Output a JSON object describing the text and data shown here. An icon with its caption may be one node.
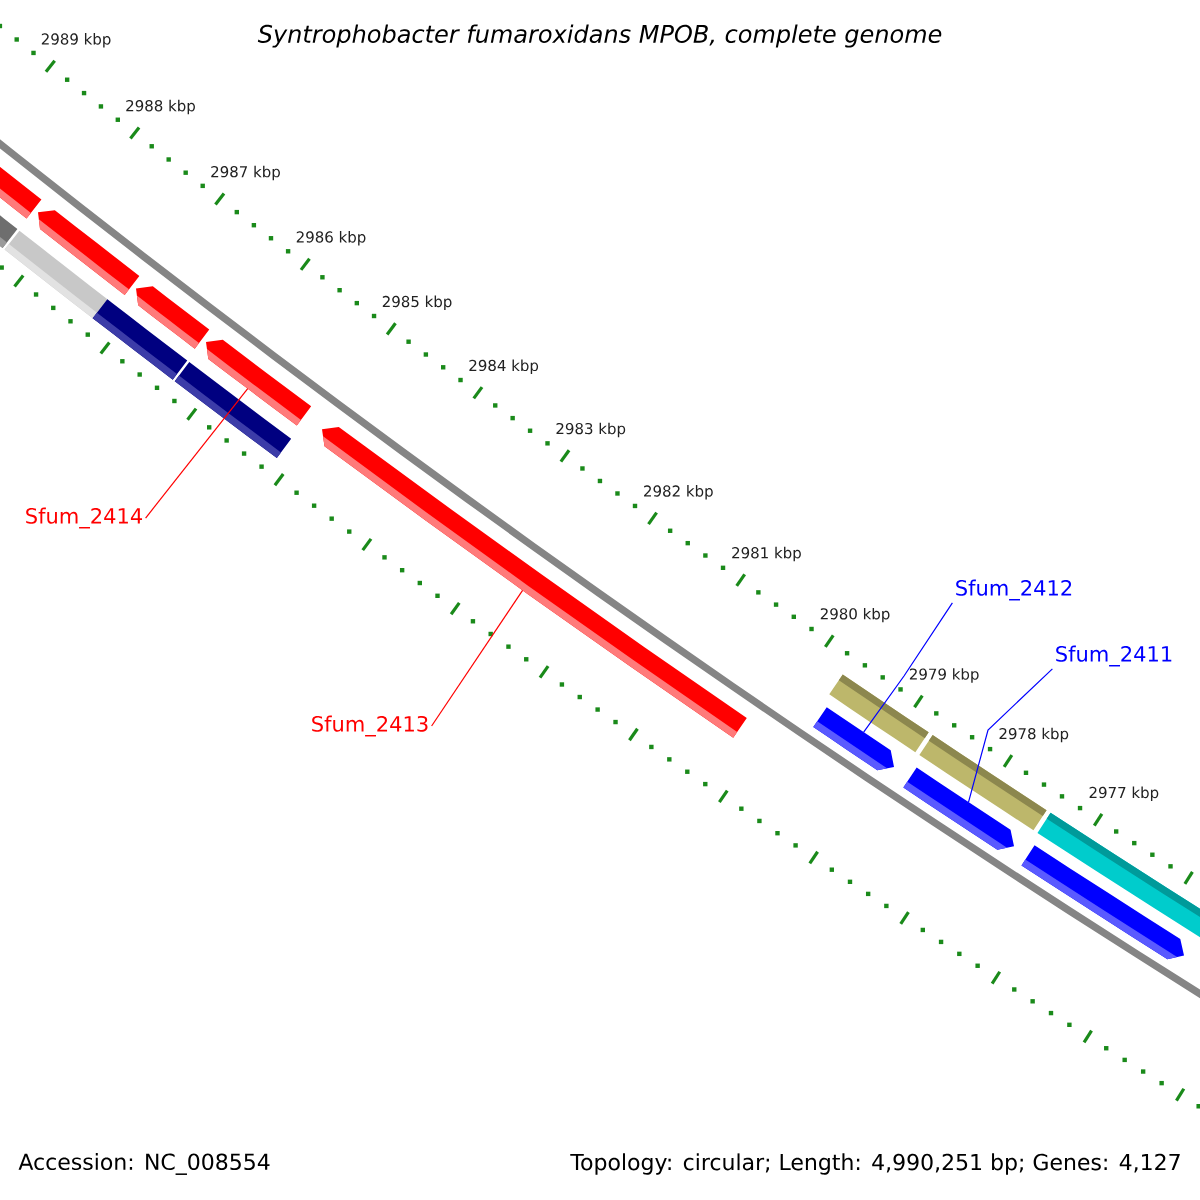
{
  "diagram": {
    "title": "Syntrophobacter fumaroxidans MPOB, complete genome",
    "nodes": [
      {
        "text": [
          "Sfum_2414"
        ]
      },
      {
        "text": [
          "Sfum_2413"
        ]
      },
      {
        "text": [
          "Sfum_2412"
        ]
      },
      {
        "text": [
          "Sfum_2411"
        ]
      },
      {
        "text": [],
        "shape": "bar"
      },
      {
        "text": [],
        "shape": "arrow"
      },
      {
        "text": [],
        "shape": "bar"
      },
      {
        "text": [],
        "shape": "arrow"
      },
      {
        "text": [],
        "shape": "bar"
      },
      {
        "text": [],
        "shape": "arrow"
      },
      {
        "text": [],
        "shape": "bar"
      },
      {
        "text": [],
        "shape": "arrow"
      },
      {
        "text": [],
        "shape": "arrow"
      },
      {
        "text": [],
        "shape": "arrow"
      },
      {
        "text": [],
        "shape": "bar"
      },
      {
        "text": [],
        "shape": "arrow"
      },
      {
        "text": [],
        "shape": "bar"
      },
      {
        "text": [],
        "shape": "arrow"
      },
      {
        "text": [],
        "shape": "bar"
      }
    ],
    "edges": [
      {
        "from": 0,
        "to": 11,
        "arrow": "none",
        "color": "#ff0000"
      },
      {
        "from": 1,
        "to": 12,
        "arrow": "none",
        "color": "#ff0000"
      },
      {
        "from": 2,
        "to": 13,
        "arrow": "none",
        "color": "#0000ff"
      },
      {
        "from": 3,
        "to": 15,
        "arrow": "none",
        "color": "#0000ff"
      }
    ],
    "labels": [
      "2989 kbp",
      "2988 kbp",
      "2987 kbp",
      "2986 kbp",
      "2985 kbp",
      "2984 kbp",
      "2983 kbp",
      "2982 kbp",
      "2981 kbp",
      "2980 kbp",
      "2979 kbp",
      "2978 kbp",
      "2977 kbp",
      "Accession: NC_008554",
      "Topology: circular; Length: 4,990,251 bp; Genes: 4,127"
    ]
  }
}
